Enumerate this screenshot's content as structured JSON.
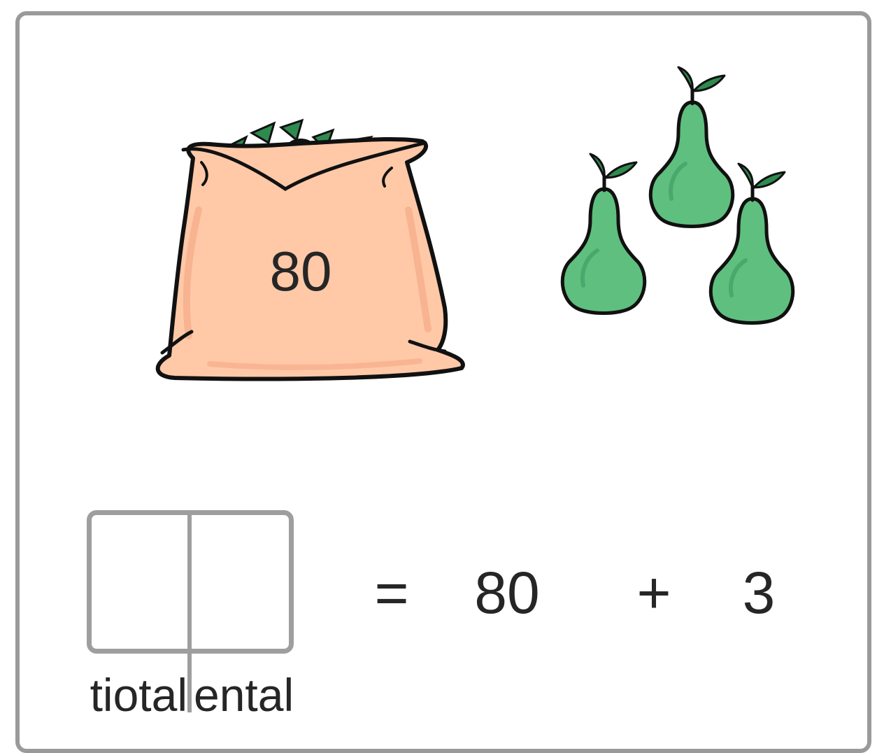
{
  "bag": {
    "label": "80"
  },
  "pears": {
    "count": 3
  },
  "place_value": {
    "tens_label": "tiotal",
    "ones_label": "ental"
  },
  "equation": {
    "equals": "=",
    "tens": "80",
    "plus": "+",
    "ones": "3"
  },
  "colors": {
    "border": "#9a9a9a",
    "bag_fill": "#ffc9a8",
    "pear_fill": "#5fbf7f",
    "leaf_fill": "#2f8a50",
    "outline": "#111111",
    "text": "#262626"
  }
}
